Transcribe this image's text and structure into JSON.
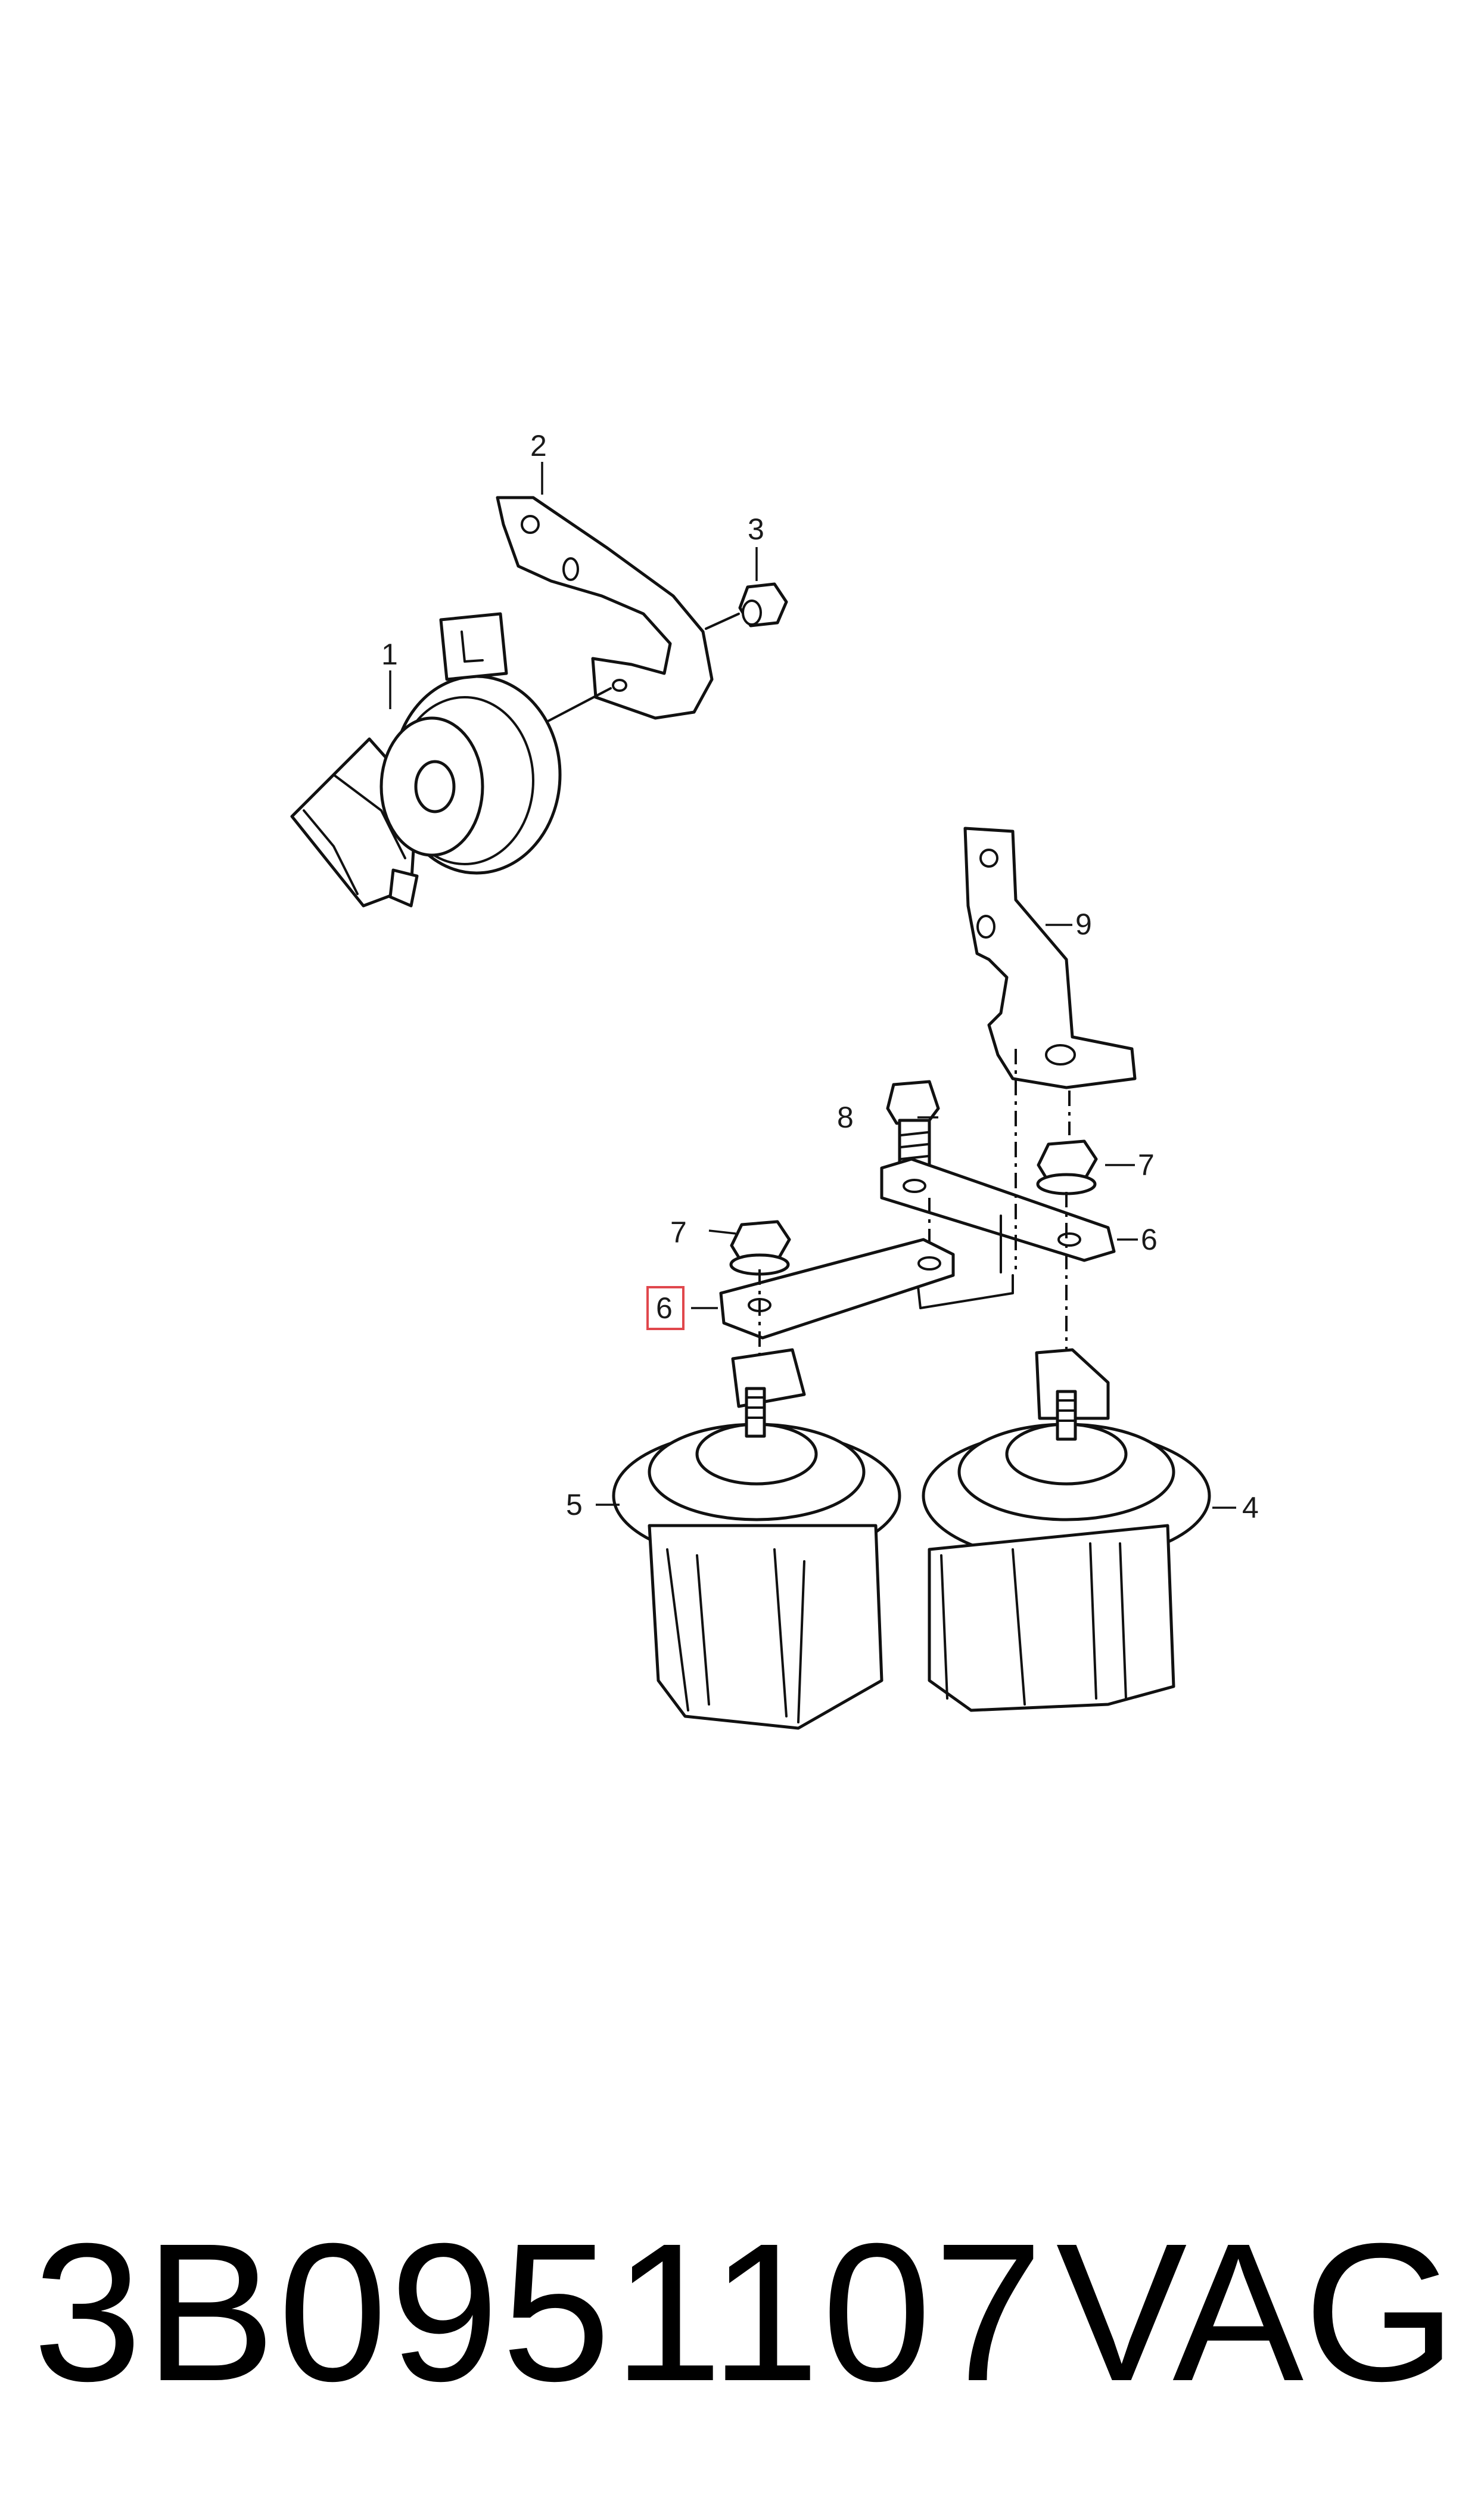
{
  "diagram": {
    "callouts": [
      {
        "id": "c1",
        "label": "1"
      },
      {
        "id": "c2",
        "label": "2"
      },
      {
        "id": "c3",
        "label": "3"
      },
      {
        "id": "c4",
        "label": "4"
      },
      {
        "id": "c5",
        "label": "5"
      },
      {
        "id": "c6a",
        "label": "6",
        "highlighted": true
      },
      {
        "id": "c6b",
        "label": "6"
      },
      {
        "id": "c7a",
        "label": "7"
      },
      {
        "id": "c7b",
        "label": "7"
      },
      {
        "id": "c8",
        "label": "8"
      },
      {
        "id": "c9",
        "label": "9"
      }
    ],
    "highlight_color": "#e0474c"
  },
  "footer": {
    "part_number": "3B0951107",
    "brand": "VAG"
  }
}
